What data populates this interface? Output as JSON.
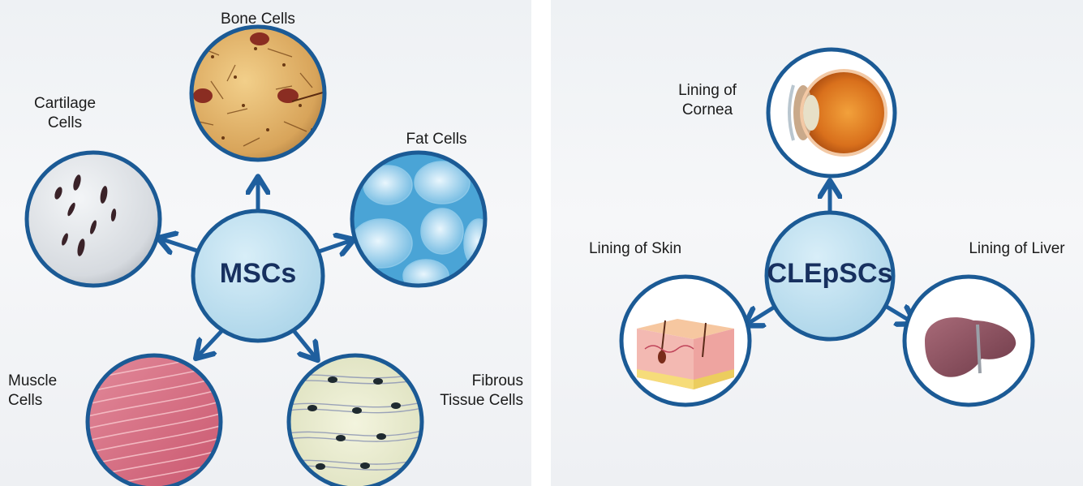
{
  "left": {
    "hub": "MSCs",
    "nodes": {
      "bone": "Bone Cells",
      "cartilage": "Cartilage\nCells",
      "fat": "Fat Cells",
      "muscle": "Muscle\nCells",
      "fibrous": "Fibrous\nTissue Cells"
    }
  },
  "right": {
    "hub": "CLEpSCs",
    "nodes": {
      "cornea": "Lining of\nCornea",
      "skin": "Lining of Skin",
      "liver": "Lining of Liver"
    }
  },
  "colors": {
    "arrow": "#1f5f9e",
    "hub_fill": "#bfe0ef",
    "ring": "#1b5a95"
  }
}
